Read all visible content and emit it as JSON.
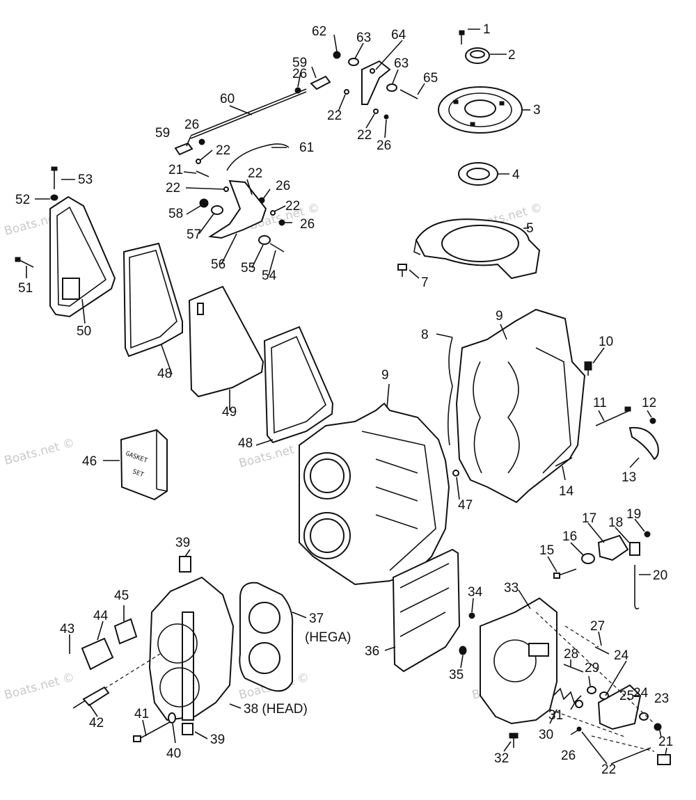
{
  "watermark": "Boats.net ©",
  "gasket_box_text": [
    "GASKET",
    "SET"
  ],
  "callouts": [
    {
      "id": "c1",
      "text": "1"
    },
    {
      "id": "c2",
      "text": "2"
    },
    {
      "id": "c3",
      "text": "3"
    },
    {
      "id": "c4",
      "text": "4"
    },
    {
      "id": "c5",
      "text": "5"
    },
    {
      "id": "c7",
      "text": "7"
    },
    {
      "id": "c8",
      "text": "8"
    },
    {
      "id": "c9a",
      "text": "9"
    },
    {
      "id": "c9b",
      "text": "9"
    },
    {
      "id": "c10",
      "text": "10"
    },
    {
      "id": "c11",
      "text": "11"
    },
    {
      "id": "c12",
      "text": "12"
    },
    {
      "id": "c13",
      "text": "13"
    },
    {
      "id": "c14",
      "text": "14"
    },
    {
      "id": "c15",
      "text": "15"
    },
    {
      "id": "c16",
      "text": "16"
    },
    {
      "id": "c17",
      "text": "17"
    },
    {
      "id": "c18",
      "text": "18"
    },
    {
      "id": "c19",
      "text": "19"
    },
    {
      "id": "c20",
      "text": "20"
    },
    {
      "id": "c21a",
      "text": "21"
    },
    {
      "id": "c21b",
      "text": "21"
    },
    {
      "id": "c22a",
      "text": "22"
    },
    {
      "id": "c22b",
      "text": "22"
    },
    {
      "id": "c22c",
      "text": "22"
    },
    {
      "id": "c22d",
      "text": "22"
    },
    {
      "id": "c22e",
      "text": "22"
    },
    {
      "id": "c22f",
      "text": "22"
    },
    {
      "id": "c22g",
      "text": "22"
    },
    {
      "id": "c23",
      "text": "23"
    },
    {
      "id": "c24a",
      "text": "24"
    },
    {
      "id": "c24b",
      "text": "24"
    },
    {
      "id": "c25",
      "text": "25"
    },
    {
      "id": "c26a",
      "text": "26"
    },
    {
      "id": "c26b",
      "text": "26"
    },
    {
      "id": "c26c",
      "text": "26"
    },
    {
      "id": "c26d",
      "text": "26"
    },
    {
      "id": "c26e",
      "text": "26"
    },
    {
      "id": "c26f",
      "text": "26"
    },
    {
      "id": "c27",
      "text": "27"
    },
    {
      "id": "c28",
      "text": "28"
    },
    {
      "id": "c29",
      "text": "29"
    },
    {
      "id": "c30",
      "text": "30"
    },
    {
      "id": "c31",
      "text": "31"
    },
    {
      "id": "c32",
      "text": "32"
    },
    {
      "id": "c33",
      "text": "33"
    },
    {
      "id": "c34",
      "text": "34"
    },
    {
      "id": "c35",
      "text": "35"
    },
    {
      "id": "c36",
      "text": "36"
    },
    {
      "id": "c37",
      "text": "37"
    },
    {
      "id": "c37sub",
      "text": "(HEGA)"
    },
    {
      "id": "c38",
      "text": "38 (HEAD)"
    },
    {
      "id": "c39a",
      "text": "39"
    },
    {
      "id": "c39b",
      "text": "39"
    },
    {
      "id": "c40",
      "text": "40"
    },
    {
      "id": "c41",
      "text": "41"
    },
    {
      "id": "c42",
      "text": "42"
    },
    {
      "id": "c43",
      "text": "43"
    },
    {
      "id": "c44",
      "text": "44"
    },
    {
      "id": "c45",
      "text": "45"
    },
    {
      "id": "c46",
      "text": "46"
    },
    {
      "id": "c47",
      "text": "47"
    },
    {
      "id": "c48a",
      "text": "48"
    },
    {
      "id": "c48b",
      "text": "48"
    },
    {
      "id": "c49",
      "text": "49"
    },
    {
      "id": "c50",
      "text": "50"
    },
    {
      "id": "c51",
      "text": "51"
    },
    {
      "id": "c52",
      "text": "52"
    },
    {
      "id": "c53",
      "text": "53"
    },
    {
      "id": "c54",
      "text": "54"
    },
    {
      "id": "c55",
      "text": "55"
    },
    {
      "id": "c56",
      "text": "56"
    },
    {
      "id": "c57",
      "text": "57"
    },
    {
      "id": "c58",
      "text": "58"
    },
    {
      "id": "c59a",
      "text": "59"
    },
    {
      "id": "c59b",
      "text": "59"
    },
    {
      "id": "c60",
      "text": "60"
    },
    {
      "id": "c61",
      "text": "61"
    },
    {
      "id": "c62",
      "text": "62"
    },
    {
      "id": "c63a",
      "text": "63"
    },
    {
      "id": "c63b",
      "text": "63"
    },
    {
      "id": "c64",
      "text": "64"
    },
    {
      "id": "c65",
      "text": "65"
    }
  ]
}
